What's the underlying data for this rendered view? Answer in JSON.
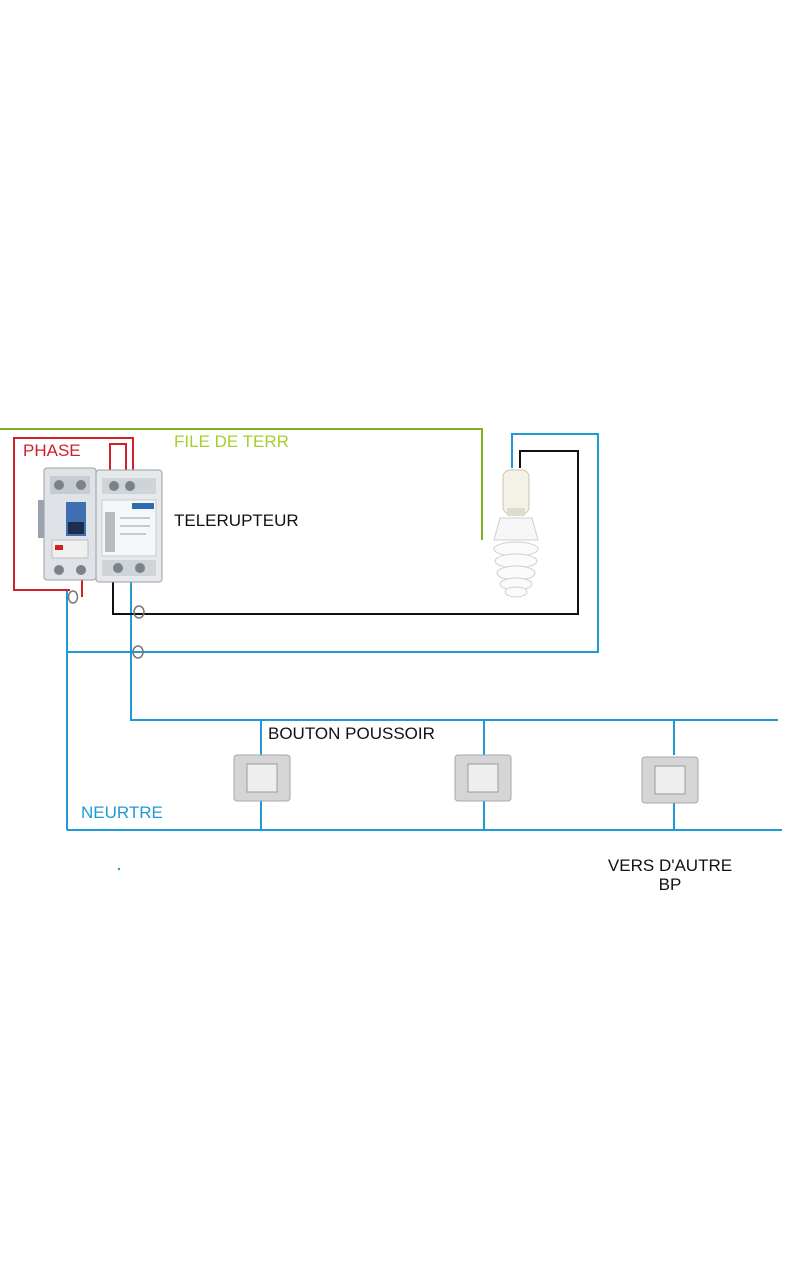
{
  "diagram": {
    "labels": {
      "phase": "PHASE",
      "earth": "FILE DE TERR",
      "telerupteur": "TELERUPTEUR",
      "push_button": "BOUTON POUSSOIR",
      "neutral": "NEURTRE",
      "other_bp_line1": "VERS D'AUTRE",
      "other_bp_line2": "BP"
    },
    "colors": {
      "phase": "#d0202a",
      "earth": "#7db21e",
      "neutral": "#1f9ad6",
      "return": "#111111",
      "earth_label": "#a6cf2a"
    },
    "components": {
      "breaker": "circuit-breaker",
      "telerupteur": "telerupteur-relay",
      "lamp": "spiral-lamp",
      "push_buttons": [
        "push-button",
        "push-button",
        "push-button"
      ]
    }
  }
}
